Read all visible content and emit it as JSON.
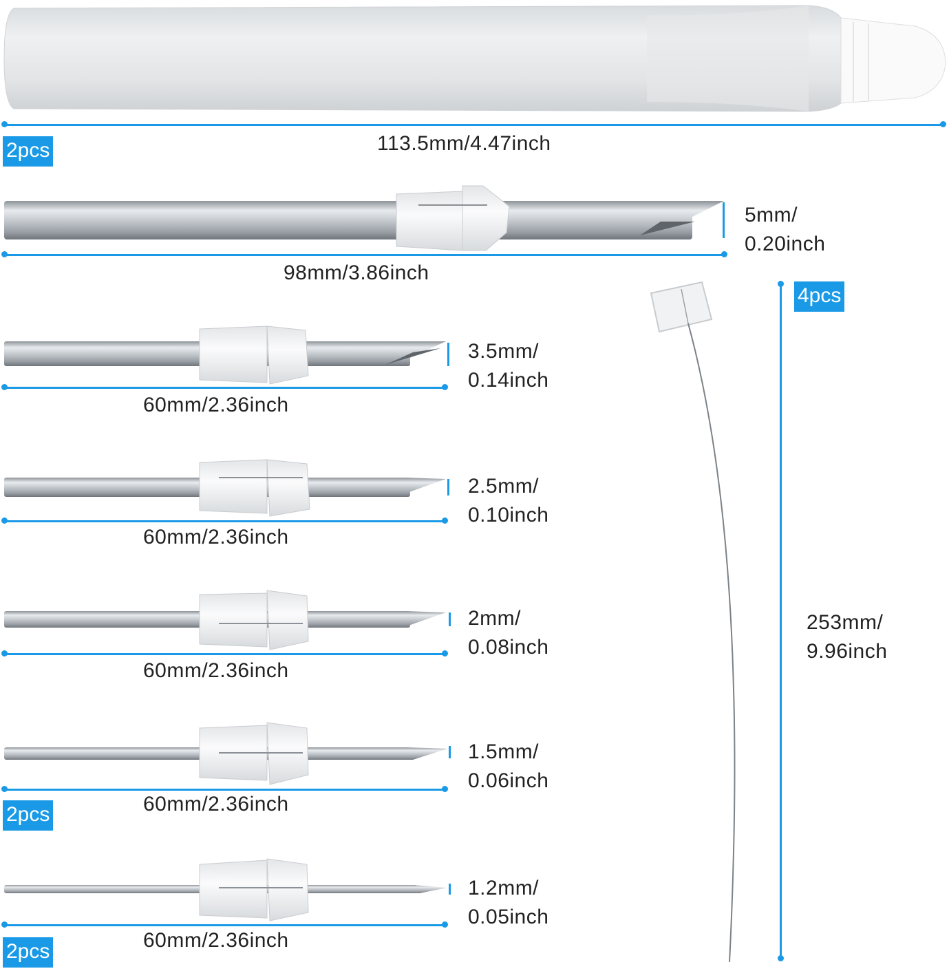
{
  "colors": {
    "accent": "#1a9ae6",
    "text": "#222222",
    "handle": "#e4e6e8",
    "steel": "#b9bec3",
    "collar": "#f4f5f6"
  },
  "handle": {
    "length_label": "113.5mm/4.47inch",
    "qty": "2pcs"
  },
  "main_needle": {
    "length_label": "98mm/3.86inch",
    "dia_mm": "5mm/",
    "dia_in": "0.20inch"
  },
  "threader": {
    "qty": "4pcs",
    "length_mm": "253mm/",
    "length_in": "9.96inch"
  },
  "needles": [
    {
      "dia_mm": "3.5mm/",
      "dia_in": "0.14inch",
      "length_label": "60mm/2.36inch"
    },
    {
      "dia_mm": "2.5mm/",
      "dia_in": "0.10inch",
      "length_label": "60mm/2.36inch"
    },
    {
      "dia_mm": "2mm/",
      "dia_in": "0.08inch",
      "length_label": "60mm/2.36inch"
    },
    {
      "dia_mm": "1.5mm/",
      "dia_in": "0.06inch",
      "length_label": "60mm/2.36inch",
      "qty": "2pcs"
    },
    {
      "dia_mm": "1.2mm/",
      "dia_in": "0.05inch",
      "length_label": "60mm/2.36inch",
      "qty": "2pcs"
    }
  ]
}
